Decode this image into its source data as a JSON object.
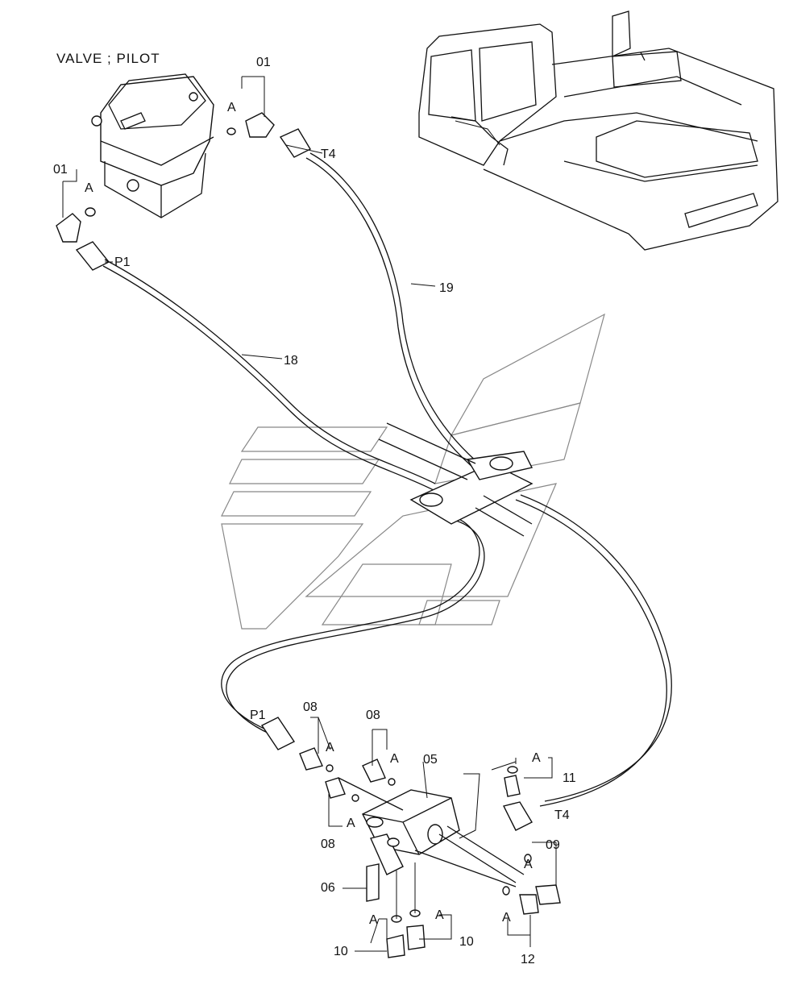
{
  "title": "VALVE ; PILOT",
  "labels": {
    "p01_top": "01",
    "p01_left": "01",
    "a1": "A",
    "a2": "A",
    "t4_top": "T4",
    "p1_top": "P1",
    "p19": "19",
    "p18": "18",
    "p1_bottom": "P1",
    "p08_a": "08",
    "p08_b": "08",
    "p08_c": "08",
    "a3": "A",
    "a4": "A",
    "a5": "A",
    "p05": "05",
    "a6": "A",
    "p11": "11",
    "t4_bottom": "T4",
    "p09": "09",
    "a7": "A",
    "a8": "A",
    "p06": "06",
    "a9": "A",
    "a10": "A",
    "p10_left": "10",
    "p10_right": "10",
    "p12": "12"
  }
}
